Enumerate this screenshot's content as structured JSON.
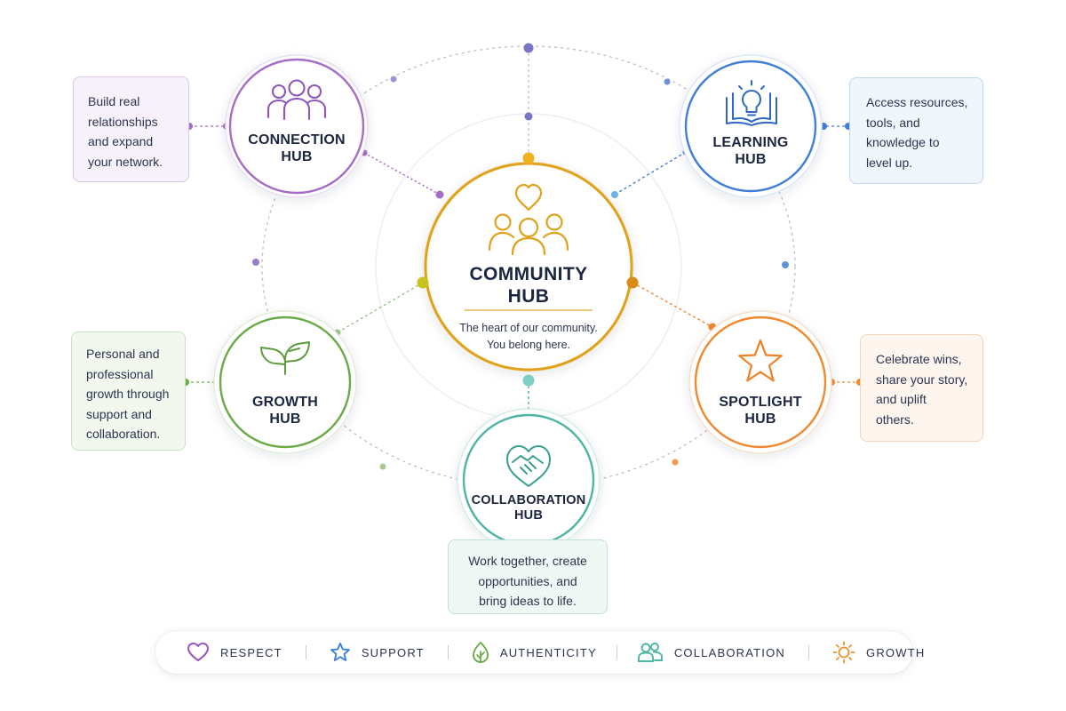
{
  "center_hub": {
    "title_line1": "COMMUNITY",
    "title_line2": "HUB",
    "description_line1": "The heart of our community.",
    "description_line2": "You belong here.",
    "color": "#e0a21c"
  },
  "hubs": {
    "connection": {
      "title_line1": "CONNECTION",
      "title_line2": "HUB",
      "color": "#a56cc8",
      "icon": "people-group-icon",
      "card_lines": [
        "Build real",
        "relationships",
        "and expand",
        "your network."
      ]
    },
    "learning": {
      "title_line1": "LEARNING",
      "title_line2": "HUB",
      "color": "#3f7fd9",
      "icon": "book-lightbulb-icon",
      "card_lines": [
        "Access resources,",
        "tools, and",
        "knowledge to",
        "level up."
      ]
    },
    "growth": {
      "title_line1": "GROWTH",
      "title_line2": "HUB",
      "color": "#6aab48",
      "icon": "sprout-icon",
      "card_lines": [
        "Personal and",
        "professional",
        "growth through",
        "support and",
        "collaboration."
      ]
    },
    "spotlight": {
      "title_line1": "SPOTLIGHT",
      "title_line2": "HUB",
      "color": "#ef8a2f",
      "icon": "star-icon",
      "card_lines": [
        "Celebrate wins,",
        "share your story,",
        "and uplift",
        "others."
      ]
    },
    "collaboration": {
      "title_line1": "COLLABORATION",
      "title_line2": "HUB",
      "color": "#4fb5a4",
      "icon": "handshake-heart-icon",
      "card_lines": [
        "Work together, create",
        "opportunities, and",
        "bring ideas to life."
      ]
    }
  },
  "legend": [
    {
      "label": "RESPECT",
      "icon": "heart-icon",
      "color": "#9a55c4"
    },
    {
      "label": "SUPPORT",
      "icon": "star-icon",
      "color": "#3f7fd9"
    },
    {
      "label": "AUTHENTICITY",
      "icon": "leaf-icon",
      "color": "#6aab48"
    },
    {
      "label": "COLLABORATION",
      "icon": "people-icon",
      "color": "#4fb5a4"
    },
    {
      "label": "GROWTH",
      "icon": "sun-icon",
      "color": "#e9932f"
    }
  ]
}
